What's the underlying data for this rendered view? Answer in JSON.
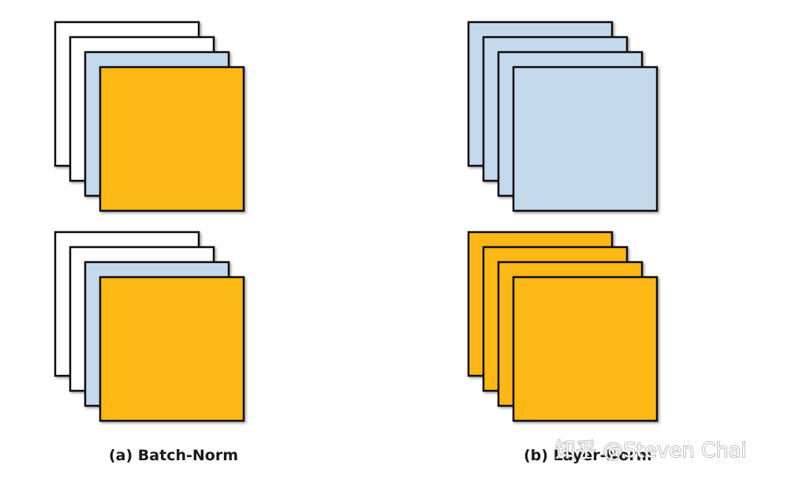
{
  "colors": {
    "white_sheet": "#ffffff",
    "blue_sheet": "#c5d9ed",
    "orange_sheet": "#fdb813",
    "outline": "#111111"
  },
  "panels": [
    {
      "id": "batch-norm",
      "caption": "(a) Batch-Norm",
      "stacks": [
        {
          "position": "top",
          "sheets": [
            "white",
            "white",
            "blue",
            "orange"
          ]
        },
        {
          "position": "bottom",
          "sheets": [
            "white",
            "white",
            "blue",
            "orange"
          ]
        }
      ]
    },
    {
      "id": "layer-norm",
      "caption": "(b) Layer-Norm",
      "stacks": [
        {
          "position": "top",
          "sheets": [
            "blue",
            "blue",
            "blue",
            "blue"
          ]
        },
        {
          "position": "bottom",
          "sheets": [
            "orange",
            "orange",
            "orange",
            "orange"
          ]
        }
      ]
    }
  ],
  "watermark": "知乎 @Steven Chai"
}
